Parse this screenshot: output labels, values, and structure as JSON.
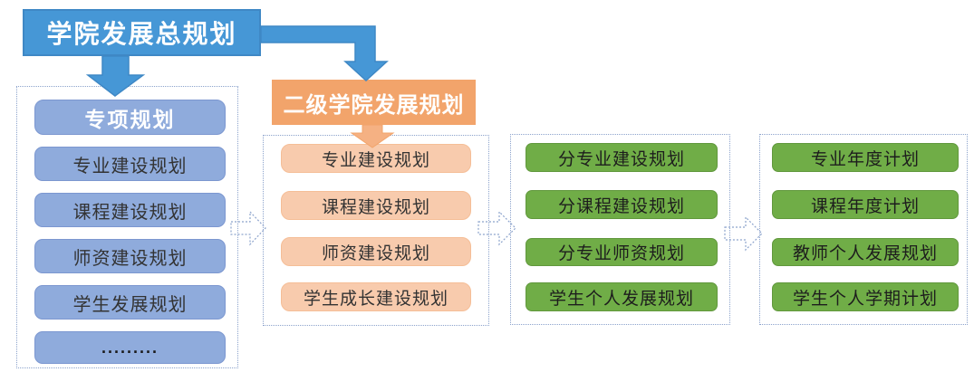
{
  "root": {
    "label": "学院发展总规划"
  },
  "column1": {
    "header": "专项规划",
    "items": [
      "专业建设规划",
      "课程建设规划",
      "师资建设规划",
      "学生发展规划",
      "........."
    ]
  },
  "column2": {
    "header": "二级学院发展规划",
    "items": [
      "专业建设规划",
      "课程建设规划",
      "师资建设规划",
      "学生成长建设规划"
    ]
  },
  "column3": {
    "items": [
      "分专业建设规划",
      "分课程建设规划",
      "分专业师资规划",
      "学生个人发展规划"
    ]
  },
  "column4": {
    "items": [
      "专业年度计划",
      "课程年度计划",
      "教师个人发展规划",
      "学生个人学期计划"
    ]
  },
  "colors": {
    "primary_blue": "#4697D6",
    "primary_blue_border": "#3F88C5",
    "light_blue_fill": "#8FABDC",
    "light_blue_border": "#7C97D0",
    "orange_header": "#F2A46B",
    "light_orange_fill": "#F8CBAD",
    "orange_arrow": "#F5B183",
    "green_fill": "#70AD47",
    "green_border": "#61983D",
    "dotted_border": "#8CA3CC",
    "dark_text": "#333333"
  }
}
